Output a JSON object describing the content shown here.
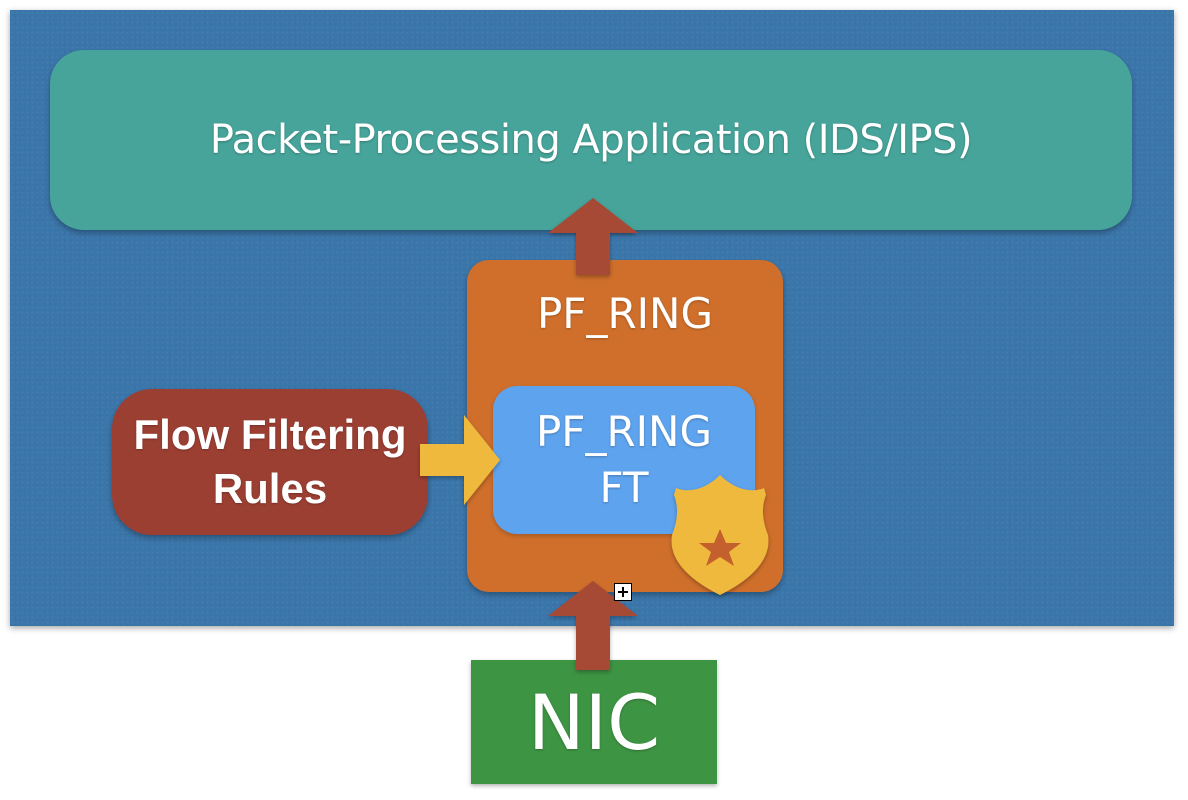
{
  "diagram": {
    "application": {
      "label": "Packet-Processing Application (IDS/IPS)"
    },
    "pf_ring": {
      "label": "PF_RING"
    },
    "pf_ring_ft": {
      "line1": "PF_RING",
      "line2": "FT"
    },
    "flow_rules": {
      "line1": "Flow Filtering",
      "line2": "Rules"
    },
    "nic": {
      "label": "NIC"
    }
  },
  "colors": {
    "background": "#3b76ab",
    "application": "#46a49a",
    "pf_ring": "#cf6f2b",
    "pf_ring_ft": "#5ea3ee",
    "flow_rules": "#9c3f33",
    "nic": "#3d9443",
    "arrow_red": "#a64935",
    "arrow_yellow": "#efb93c",
    "badge": "#efb93c",
    "badge_star": "#c4602e"
  },
  "icons": {
    "badge": "police-shield-star-icon",
    "add_marker": "plus-square-icon"
  }
}
